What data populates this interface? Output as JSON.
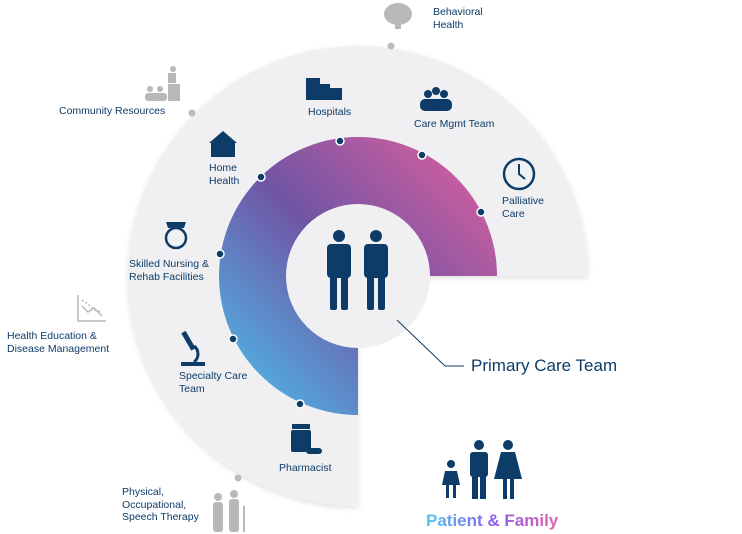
{
  "title": "Primary Care Team",
  "patient_label": "Patient & Family",
  "inner_items": [
    {
      "label": "Hospitals",
      "icon": "hospital-icon"
    },
    {
      "label": "Care Mgmt Team",
      "icon": "team-icon"
    },
    {
      "label": "Palliative Care",
      "icon": "clock-icon"
    },
    {
      "label": "Home Health",
      "icon": "house-icon"
    },
    {
      "label": "Skilled Nursing & Rehab Facilities",
      "icon": "nurse-icon"
    },
    {
      "label": "Specialty Care Team",
      "icon": "microscope-icon"
    },
    {
      "label": "Pharmacist",
      "icon": "pill-bottle-icon"
    }
  ],
  "outer_items": [
    {
      "label": "Behavioral Health",
      "icon": "brain-icon"
    },
    {
      "label": "Community Resources",
      "icon": "presenter-icon"
    },
    {
      "label": "Health Education & Disease Management",
      "icon": "chart-icon"
    },
    {
      "label": "Physical, Occupational, Speech Therapy",
      "icon": "elderly-icon"
    }
  ],
  "colors": {
    "navy": "#0d3c68",
    "gray_ring": "#f0f0f2",
    "blue": "#49c6f0",
    "purple": "#6f55a5",
    "pink": "#e25a9c"
  }
}
